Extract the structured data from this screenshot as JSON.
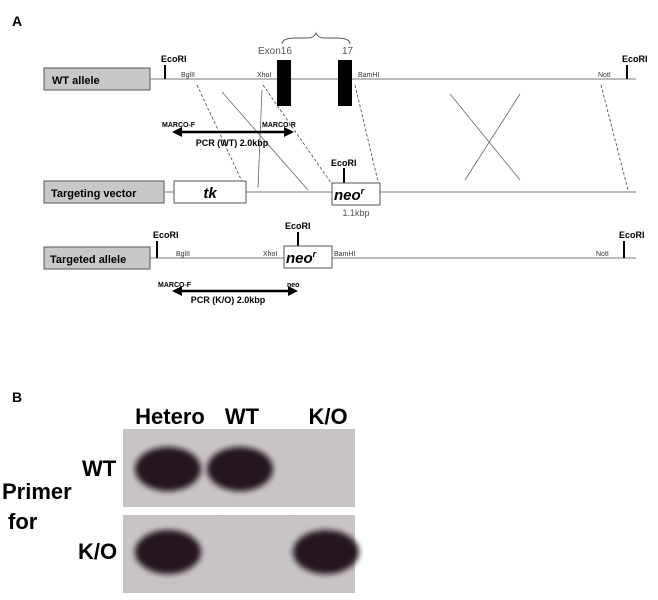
{
  "panel_a": {
    "label": "A",
    "wt_allele": {
      "name": "WT allele",
      "sites": {
        "ecori_left": "EcoRI",
        "bglii": "BglII",
        "xhoi": "XhoI",
        "bamhi": "BamHI",
        "noti": "NotI",
        "ecori_right": "EcoRI"
      },
      "exon16": "Exon16",
      "exon17": "17"
    },
    "pcr_wt": {
      "primer_f": "MARCO-F",
      "primer_r": "MARCO-R",
      "label": "PCR (WT) 2.0kbp"
    },
    "targeting_vector": {
      "name": "Targeting vector",
      "tk": "tk",
      "ecori": "EcoRI",
      "neo": "neo",
      "neo_sup": "r",
      "neo_size": "1.1kbp"
    },
    "targeted_allele": {
      "name": "Targeted allele",
      "sites": {
        "ecori_left": "EcoRI",
        "bglii": "BglII",
        "xhoi": "XhoI",
        "ecori_mid": "EcoRI",
        "bamhi": "BamHI",
        "noti": "NotI",
        "ecori_right": "EcoRI"
      },
      "neo": "neo",
      "neo_sup": "r"
    },
    "pcr_ko": {
      "primer_f": "MARCO-F",
      "primer_r": "neo",
      "label": "PCR (K/O) 2.0kbp"
    }
  },
  "panel_b": {
    "label": "B",
    "lanes": [
      "Hetero",
      "WT",
      "K/O"
    ],
    "row_title_line1": "Primer",
    "row_title_line2": "for",
    "rows": [
      "WT",
      "K/O"
    ],
    "bands": [
      {
        "row": "WT",
        "lane": "Hetero",
        "present": true
      },
      {
        "row": "WT",
        "lane": "WT",
        "present": true
      },
      {
        "row": "WT",
        "lane": "K/O",
        "present": false
      },
      {
        "row": "K/O",
        "lane": "Hetero",
        "present": true
      },
      {
        "row": "K/O",
        "lane": "WT",
        "present": false
      },
      {
        "row": "K/O",
        "lane": "K/O",
        "present": true
      }
    ],
    "colors": {
      "gel": "#c9c4c7",
      "band": "#1a1013"
    }
  }
}
